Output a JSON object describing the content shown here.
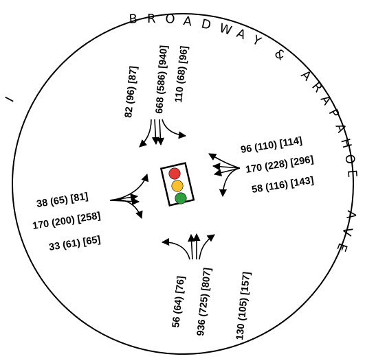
{
  "streets": {
    "broadway_letters": [
      "B",
      "R",
      "O",
      "A",
      "D",
      "W",
      "A",
      "Y"
    ],
    "amp1": "&",
    "arapahoe_letters": [
      "A",
      "R",
      "A",
      "P",
      "A",
      "H",
      "O",
      "E"
    ],
    "ave_letters": [
      "A",
      "V",
      "E"
    ],
    "i_mark": "I"
  },
  "signal": {
    "colors": {
      "red": "#e53935",
      "yellow": "#fbc02d",
      "green": "#2e9e3f",
      "housing": "#ffffff"
    }
  },
  "approaches": {
    "north": {
      "left": "82 (96) [87]",
      "through": "668 (586) [940]",
      "right": "110 (68) [96]"
    },
    "east": {
      "top": "96 (110) [114]",
      "middle": "170 (228) [296]",
      "bottom": "58 (116) [143]"
    },
    "west": {
      "top": "38 (65) [81]",
      "middle": "170 (200) [258]",
      "bottom": "33 (61) [65]"
    },
    "south": {
      "left": "56 (64) [76]",
      "through": "936 (725) [807]",
      "right": "130 (105) [157]"
    }
  }
}
